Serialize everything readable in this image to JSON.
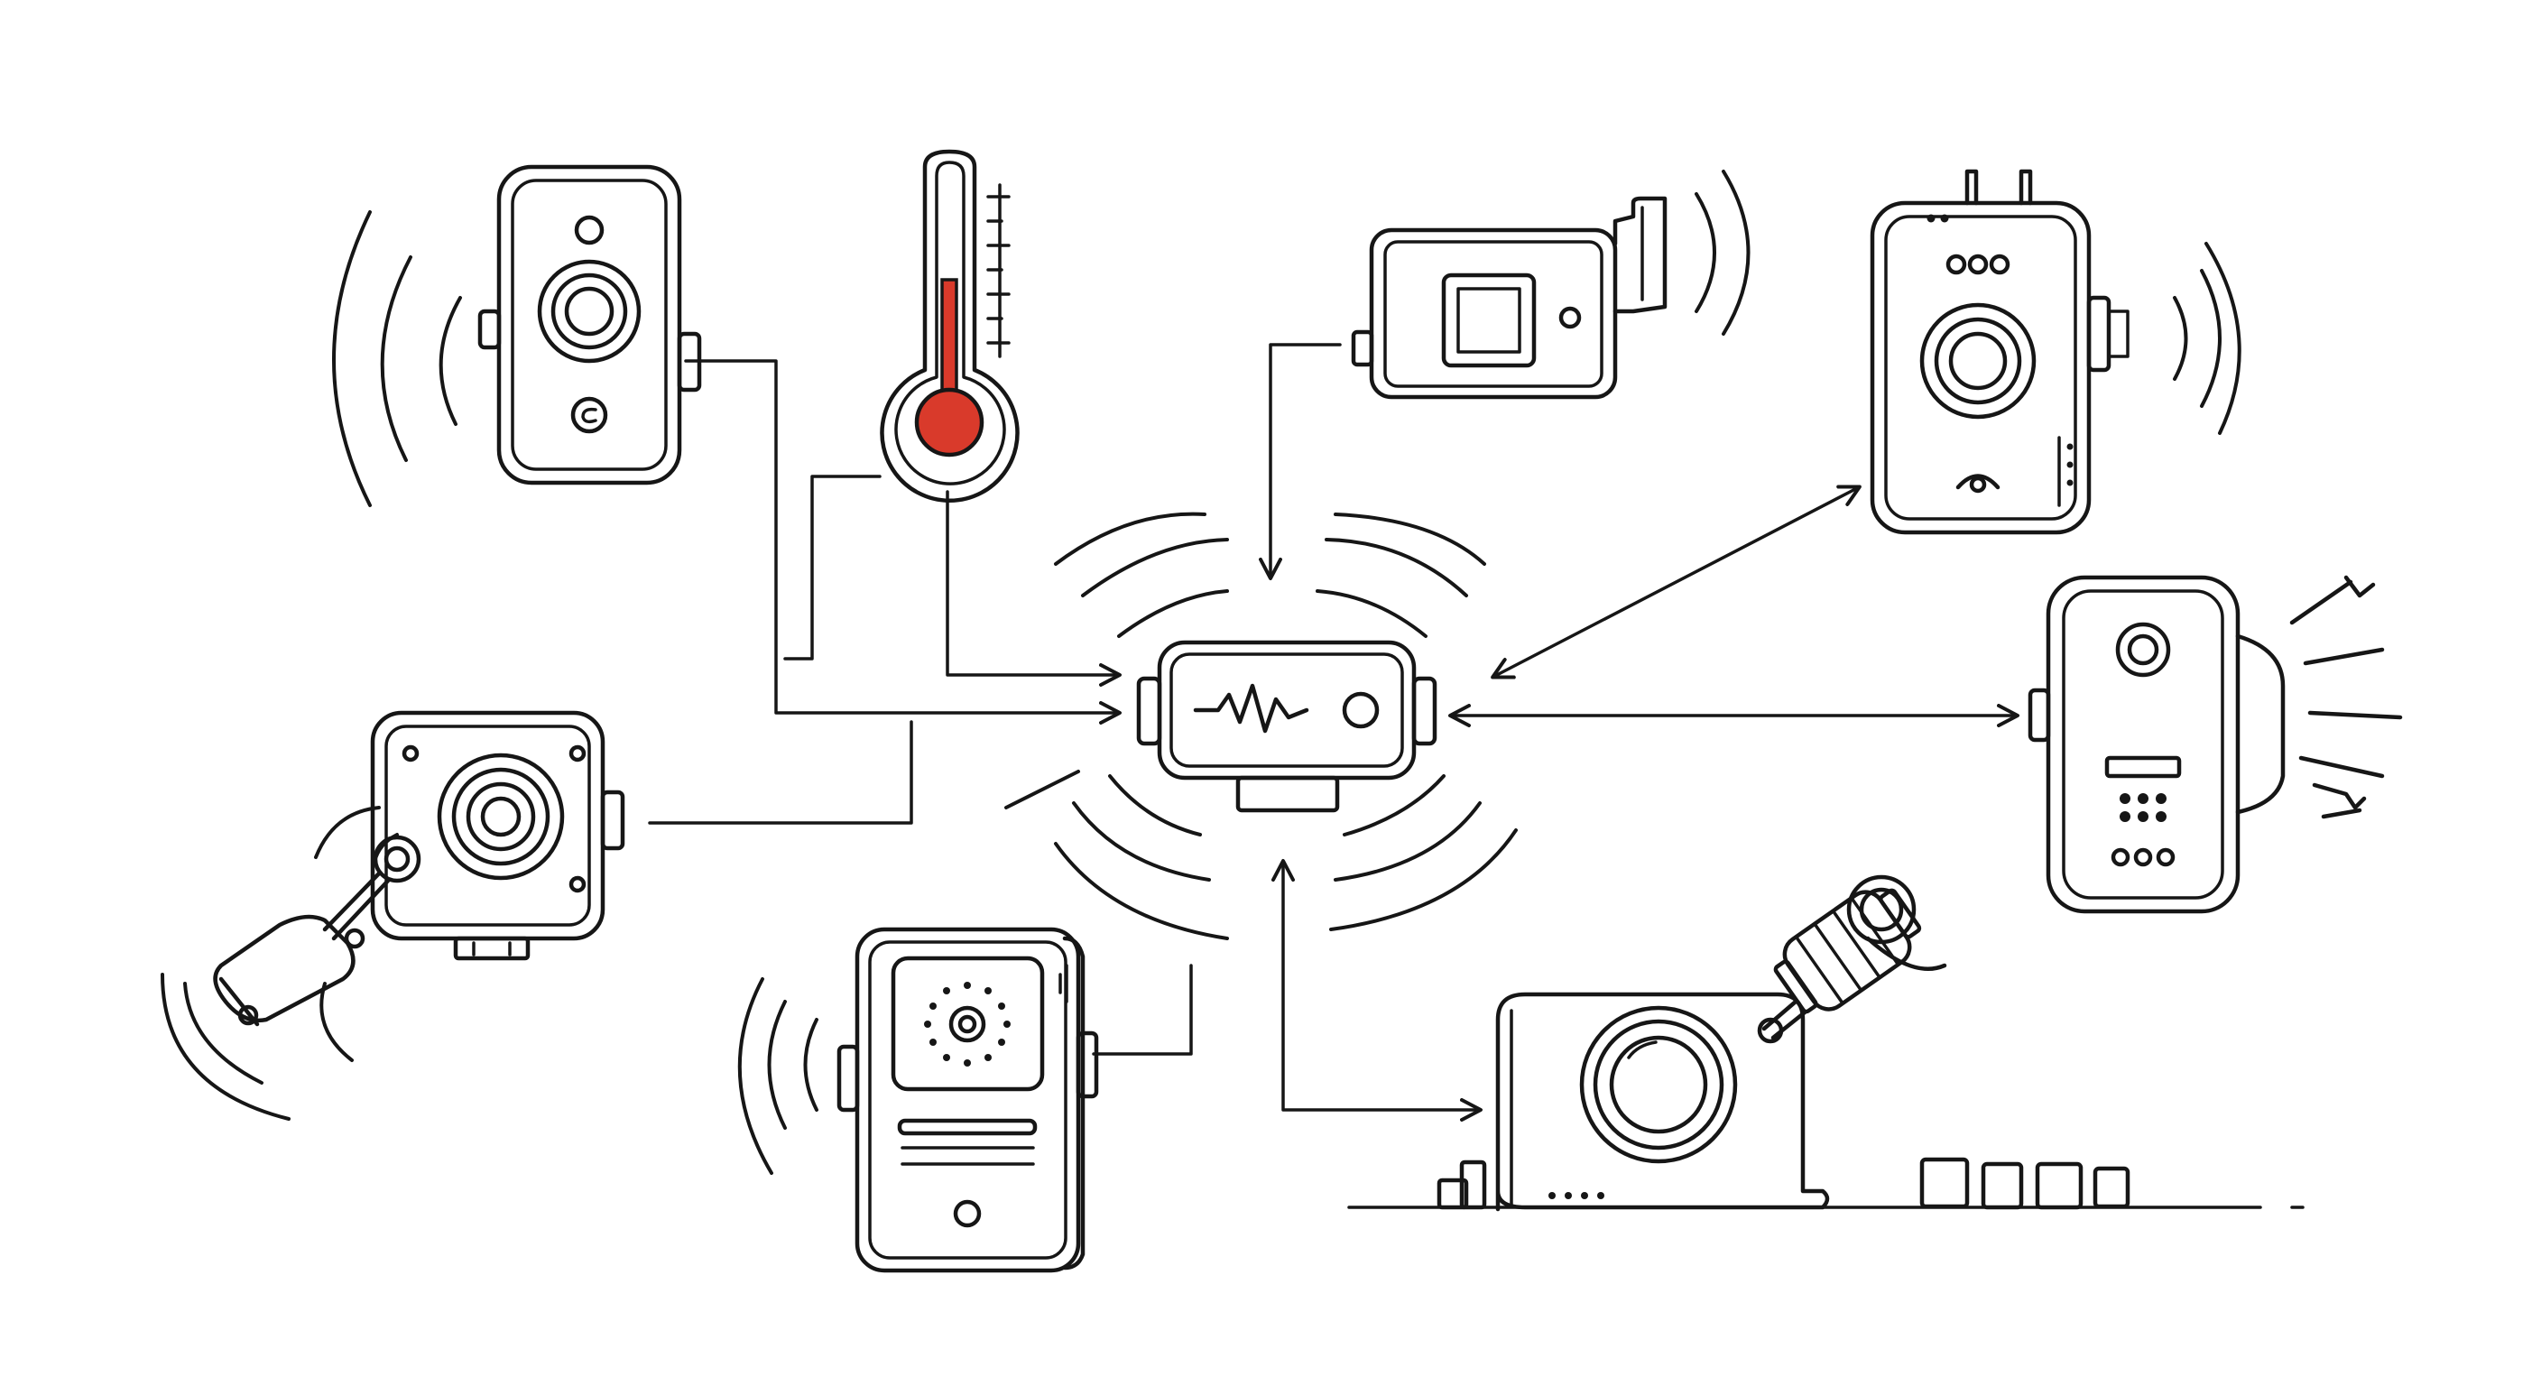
{
  "diagram": {
    "style": "hand-drawn line art",
    "colors": {
      "ink": "#161616",
      "background": "#ffffff",
      "accent": "#d93a2b"
    },
    "hub": {
      "icon": "central-hub-pulse-icon"
    },
    "devices": [
      {
        "id": "speaker",
        "icon": "smart-speaker-icon"
      },
      {
        "id": "thermometer",
        "icon": "thermometer-icon",
        "accent": "#d93a2b"
      },
      {
        "id": "sensor-box",
        "icon": "sensor-box-icon"
      },
      {
        "id": "smart-display",
        "icon": "smart-display-icon"
      },
      {
        "id": "alarm-panel",
        "icon": "alarm-panel-icon"
      },
      {
        "id": "security-camera",
        "icon": "security-camera-icon"
      },
      {
        "id": "projector",
        "icon": "projector-icon"
      },
      {
        "id": "intercom",
        "icon": "intercom-icon"
      },
      {
        "id": "robot-camera",
        "icon": "robot-camera-icon"
      }
    ],
    "connections": [
      {
        "from": "speaker",
        "to": "hub",
        "arrow": "to"
      },
      {
        "from": "thermometer",
        "to": "hub",
        "arrow": "to"
      },
      {
        "from": "sensor-box",
        "to": "hub",
        "arrow": "to"
      },
      {
        "from": "hub",
        "to": "smart-display",
        "arrow": "both"
      },
      {
        "from": "hub",
        "to": "alarm-panel",
        "arrow": "both"
      },
      {
        "from": "security-camera",
        "to": "hub",
        "arrow": "none"
      },
      {
        "from": "hub",
        "to": "projector",
        "arrow": "both"
      },
      {
        "from": "intercom",
        "to": "hub",
        "arrow": "none"
      }
    ]
  }
}
